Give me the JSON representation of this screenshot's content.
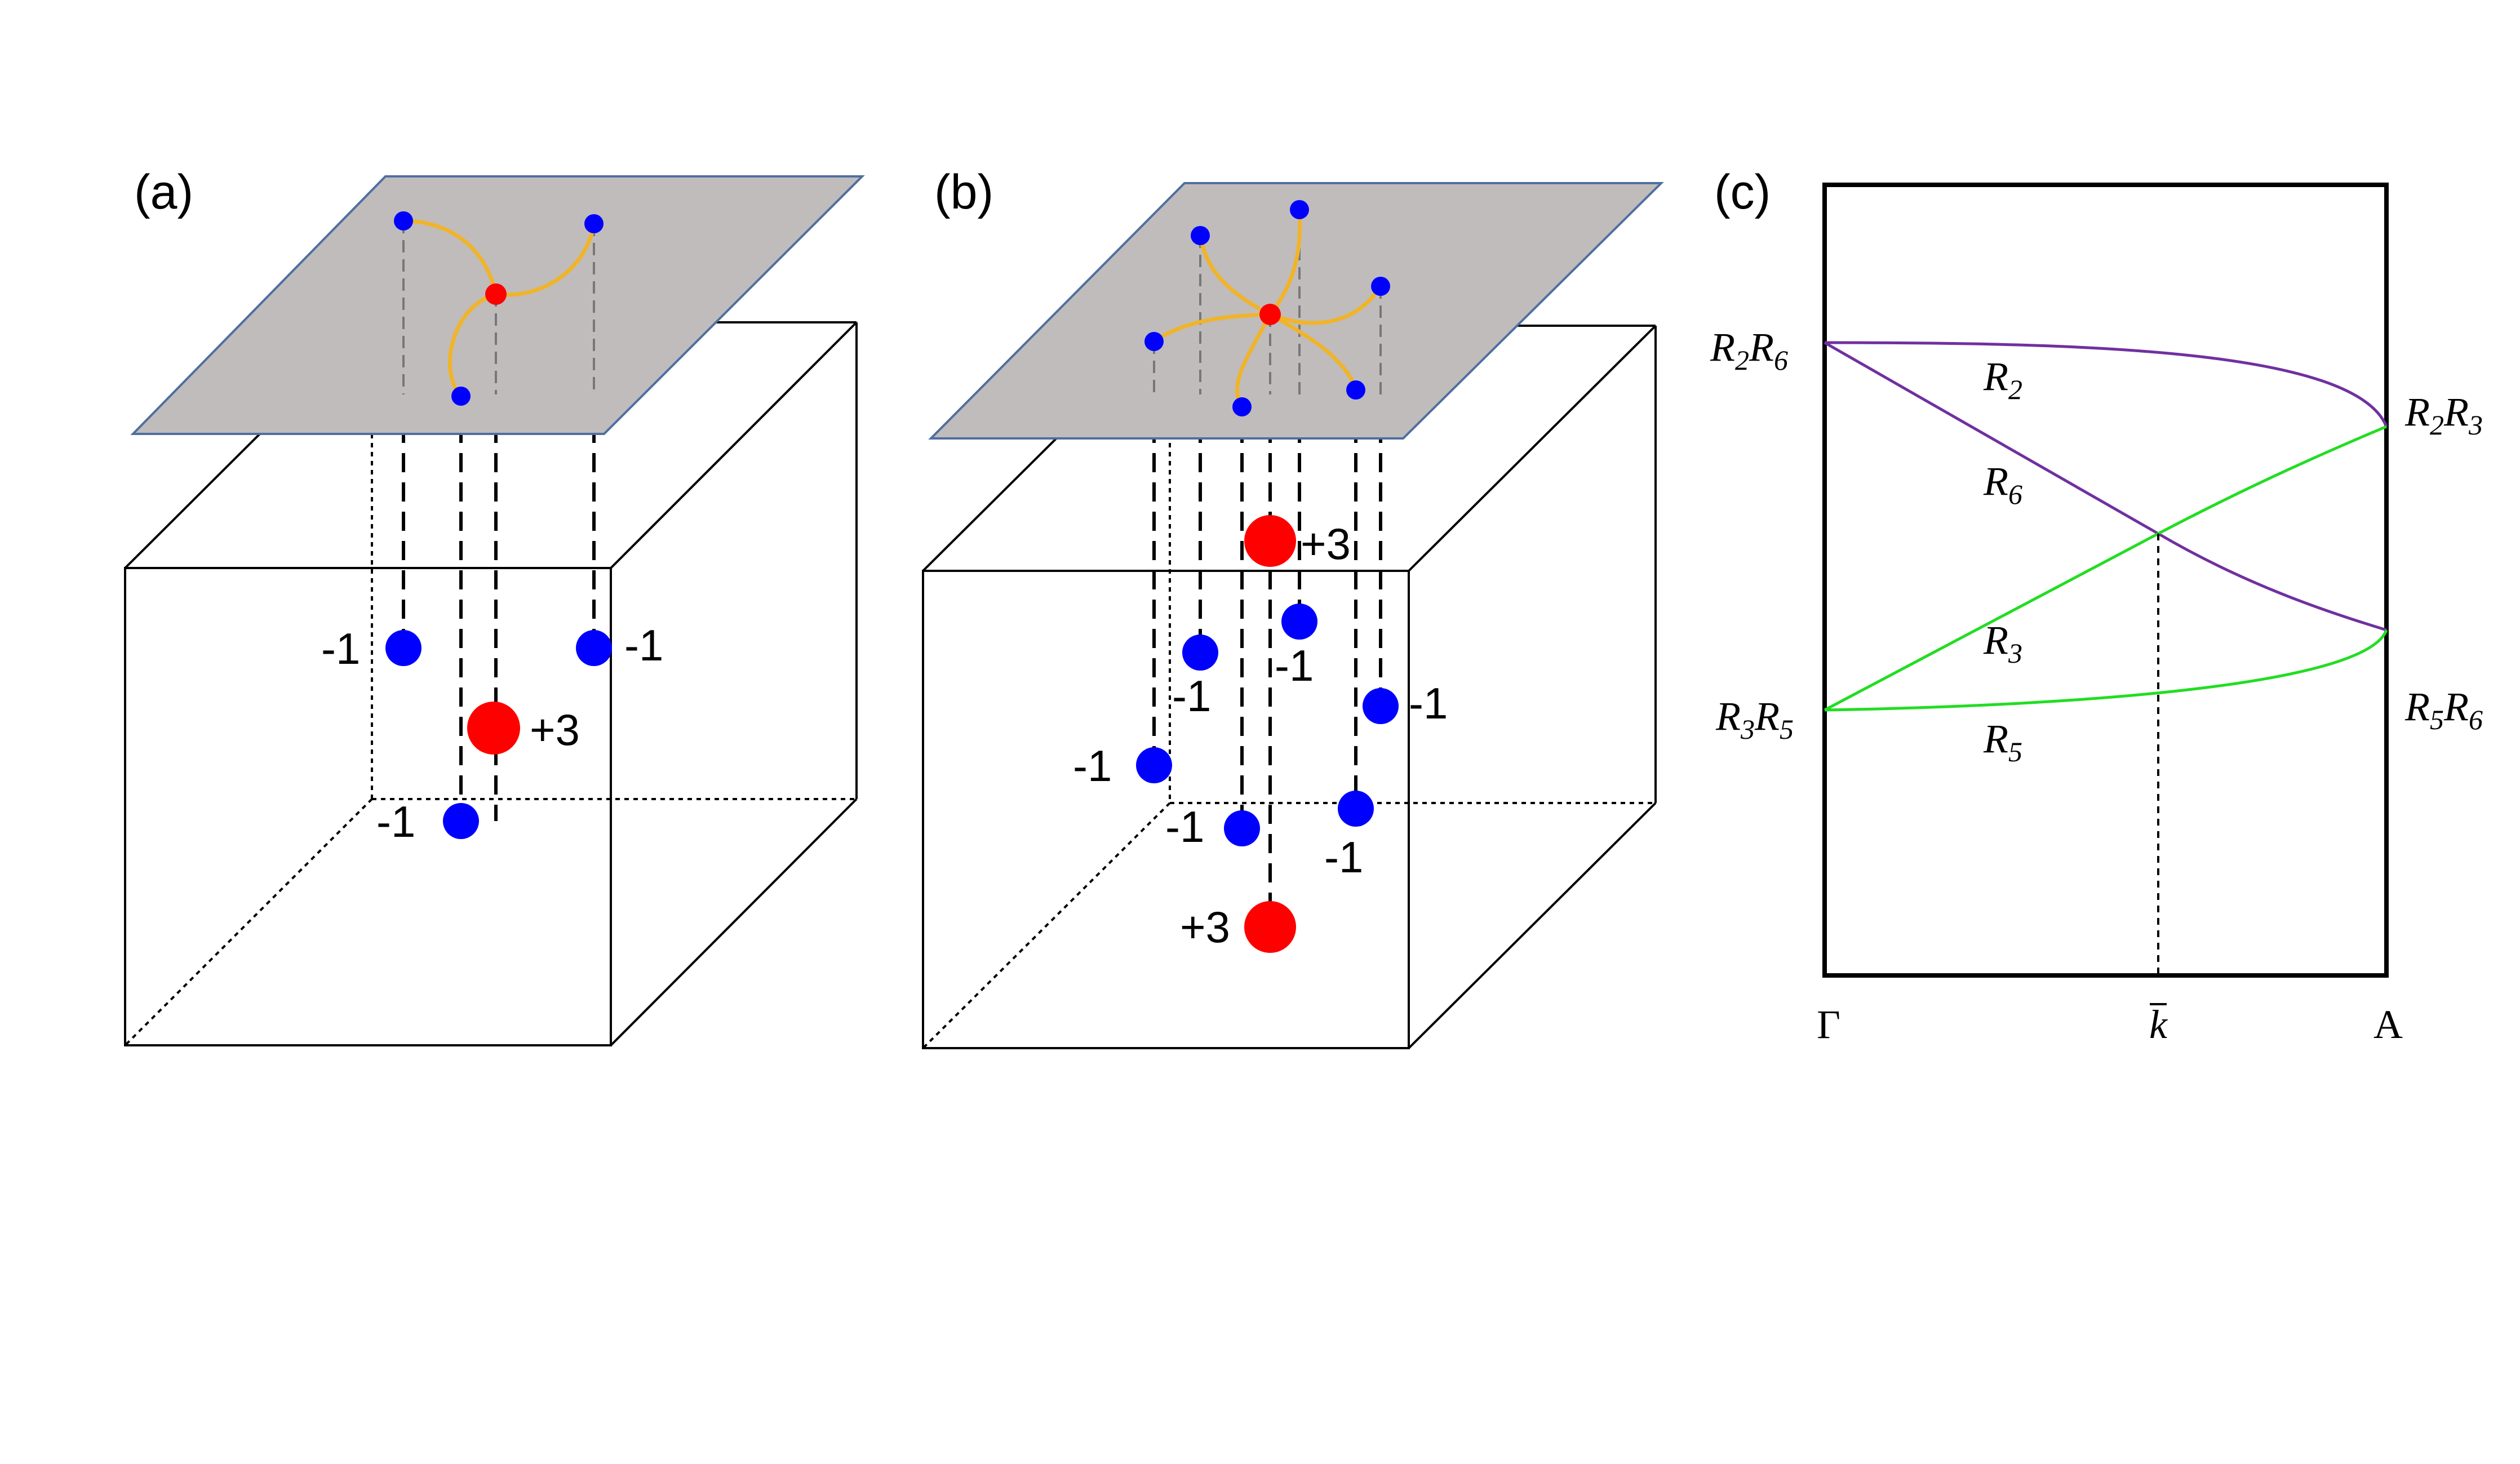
{
  "panels": {
    "a": {
      "label": "(a)",
      "charges": {
        "left": "-1",
        "right": "-1",
        "center": "+3",
        "bottom": "-1"
      }
    },
    "b": {
      "label": "(b)",
      "charges": {
        "top_red": "+3",
        "mid": "-1",
        "upper_left": "-1",
        "right": "-1",
        "left": "-1",
        "lower_left": "-1",
        "lower_right": "-1",
        "bottom_red": "+3"
      }
    },
    "c": {
      "label": "(c)",
      "band_labels": {
        "R2": {
          "base": "R",
          "sub": "2"
        },
        "R6": {
          "base": "R",
          "sub": "6"
        },
        "R3": {
          "base": "R",
          "sub": "3"
        },
        "R5": {
          "base": "R",
          "sub": "5"
        }
      },
      "left_labels": {
        "top": [
          {
            "base": "R",
            "sub": "2"
          },
          {
            "base": "R",
            "sub": "6"
          }
        ],
        "bottom": [
          {
            "base": "R",
            "sub": "3"
          },
          {
            "base": "R",
            "sub": "5"
          }
        ]
      },
      "right_labels": {
        "top": [
          {
            "base": "R",
            "sub": "2"
          },
          {
            "base": "R",
            "sub": "3"
          }
        ],
        "bottom": [
          {
            "base": "R",
            "sub": "5"
          },
          {
            "base": "R",
            "sub": "6"
          }
        ]
      },
      "x_ticks": {
        "left": "Γ",
        "mid": "k",
        "right": "A"
      }
    }
  },
  "colors": {
    "red_charge": "#ff0000",
    "blue_charge": "#0000ff",
    "plane": "#c0bcbc",
    "plane_edge": "#4f6f9f",
    "arc": "#f0b429",
    "purple_band": "#7030a0",
    "green_band": "#22dd22"
  }
}
